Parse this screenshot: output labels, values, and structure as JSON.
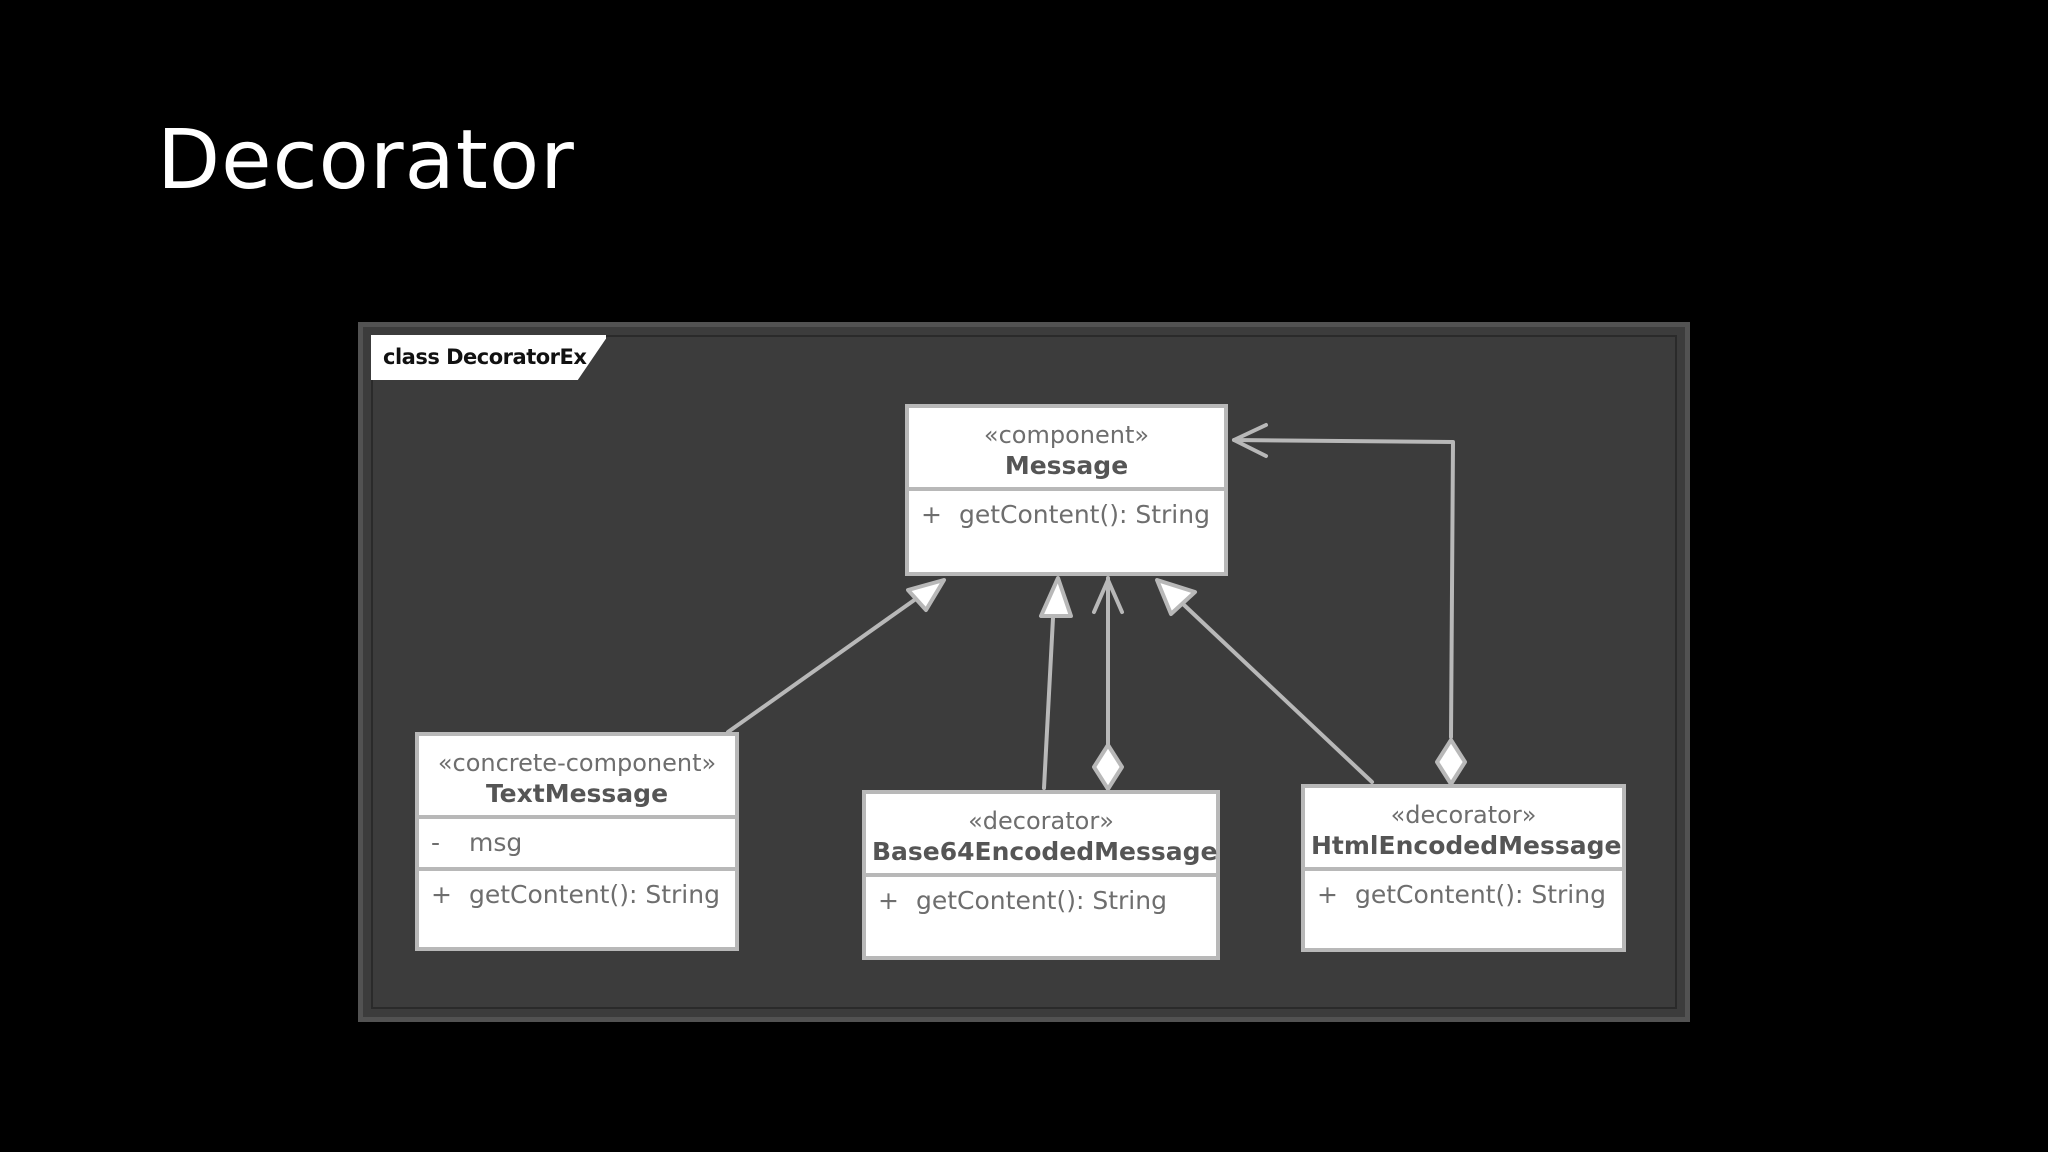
{
  "slide": {
    "title": "Decorator"
  },
  "diagram": {
    "frame_label": "class DecoratorEx",
    "classes": {
      "message": {
        "stereotype": "«component»",
        "name": "Message",
        "operations": [
          {
            "visibility": "+",
            "signature": "getContent(): String"
          }
        ]
      },
      "text_message": {
        "stereotype": "«concrete-component»",
        "name": "TextMessage",
        "attributes": [
          {
            "visibility": "-",
            "signature": "msg"
          }
        ],
        "operations": [
          {
            "visibility": "+",
            "signature": "getContent(): String"
          }
        ]
      },
      "base64_message": {
        "stereotype": "«decorator»",
        "name": "Base64EncodedMessage",
        "operations": [
          {
            "visibility": "+",
            "signature": "getContent(): String"
          }
        ]
      },
      "html_message": {
        "stereotype": "«decorator»",
        "name": "HtmlEncodedMessage",
        "operations": [
          {
            "visibility": "+",
            "signature": "getContent(): String"
          }
        ]
      }
    },
    "relationships": [
      {
        "from": "TextMessage",
        "to": "Message",
        "kind": "generalization"
      },
      {
        "from": "Base64EncodedMessage",
        "to": "Message",
        "kind": "generalization"
      },
      {
        "from": "Base64EncodedMessage",
        "to": "Message",
        "kind": "aggregation"
      },
      {
        "from": "HtmlEncodedMessage",
        "to": "Message",
        "kind": "generalization"
      },
      {
        "from": "HtmlEncodedMessage",
        "to": "Message",
        "kind": "aggregation"
      }
    ],
    "colors": {
      "background": "#000000",
      "frame": "#3c3c3c",
      "lines": "#b8b8b8",
      "box": "#ffffff"
    }
  }
}
